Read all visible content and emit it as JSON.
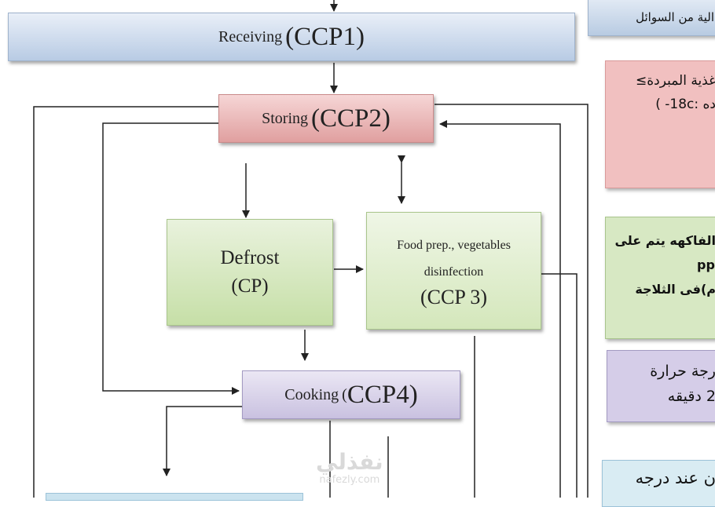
{
  "nodes": {
    "receiving": {
      "label_small": "Receiving",
      "label_code": "(CCP1)"
    },
    "storing": {
      "label_small": "Storing",
      "label_code": "(CCP2)"
    },
    "defrost": {
      "label": "Defrost",
      "code": "(CP)"
    },
    "food_prep": {
      "line1": "Food prep., vegetables",
      "line2": "disinfection",
      "code": "(CCP 3)"
    },
    "cooking": {
      "label_small": "Cooking",
      "label_code_open": "(",
      "label_code": "CCP4)"
    }
  },
  "side_panel": {
    "box1": {
      "text": "الية من السوائل"
    },
    "box2": {
      "line1": "غذية المبردة≥",
      "line2": "ده :18c- )"
    },
    "box3": {
      "line1": "الفاكهه يتم على",
      "line2": "ppı",
      "line3": "م)فى الثلاجة"
    },
    "box4": {
      "line1": "رجة حرارة",
      "line2": "2 دقيقه"
    },
    "box5": {
      "line1": "ن عند درجه"
    }
  },
  "watermark": {
    "brand": "نفذلي",
    "url": "nafezly.com"
  },
  "colors": {
    "receiving": "#b8cbe4",
    "storing": "#e09f9f",
    "defrost": "#c6dfa7",
    "food_prep": "#d4e7bb",
    "cooking": "#c9c1e0",
    "arrow": "#222222"
  }
}
